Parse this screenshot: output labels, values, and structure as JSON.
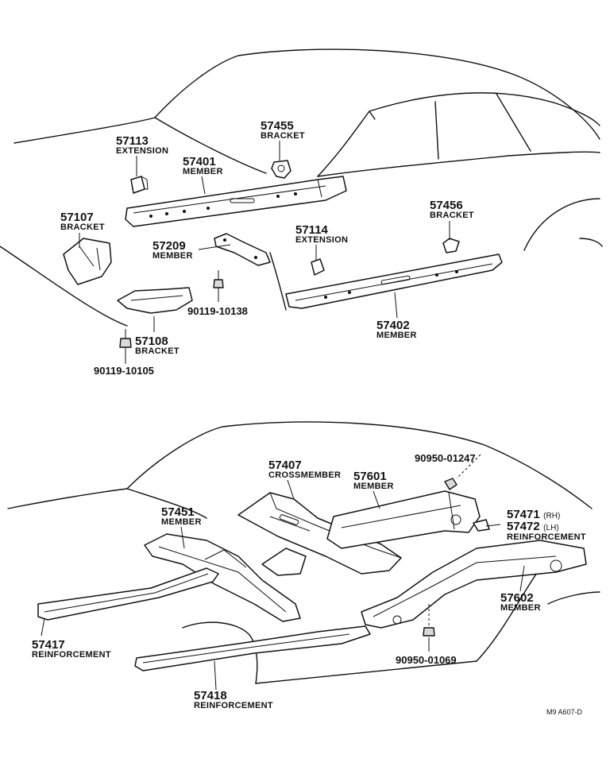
{
  "top_callouts": [
    {
      "number": "57113",
      "name": "EXTENSION"
    },
    {
      "number": "57455",
      "name": "BRACKET"
    },
    {
      "number": "57401",
      "name": "MEMBER"
    },
    {
      "number": "57107",
      "name": "BRACKET"
    },
    {
      "number": "57209",
      "name": "MEMBER"
    },
    {
      "number": "57456",
      "name": "BRACKET"
    },
    {
      "number": "57114",
      "name": "EXTENSION"
    },
    {
      "number": "90119-10138",
      "name": ""
    },
    {
      "number": "57402",
      "name": "MEMBER"
    },
    {
      "number": "57108",
      "name": "BRACKET"
    },
    {
      "number": "90119-10105",
      "name": ""
    }
  ],
  "bottom_callouts": [
    {
      "number": "57407",
      "name": "CROSSMEMBER"
    },
    {
      "number": "90950-01247",
      "name": ""
    },
    {
      "number": "57601",
      "name": "MEMBER"
    },
    {
      "number": "57451",
      "name": "MEMBER"
    },
    {
      "number": "57471",
      "suffix": "(RH)"
    },
    {
      "number": "57472",
      "suffix": "(LH)",
      "name": "REINFORCEMENT"
    },
    {
      "number": "57602",
      "name": "MEMBER"
    },
    {
      "number": "57417",
      "name": "REINFORCEMENT"
    },
    {
      "number": "90950-01069",
      "name": ""
    },
    {
      "number": "57418",
      "name": "REINFORCEMENT"
    }
  ],
  "figure_ref": "M9 A607-D"
}
